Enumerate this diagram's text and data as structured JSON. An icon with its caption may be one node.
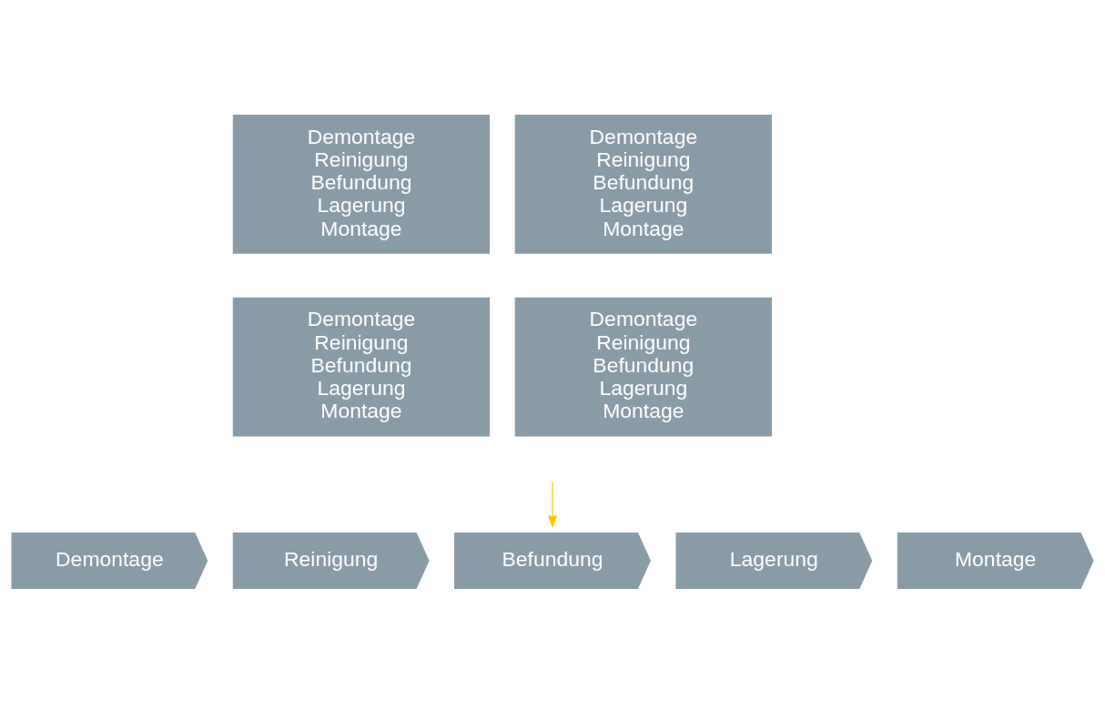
{
  "diagram": {
    "nodes": [
      {
        "text": [
          "Demontage",
          "Reinigung",
          "Befundung",
          "Lagerung",
          "Montage"
        ]
      },
      {
        "text": [
          "Demontage",
          "Reinigung",
          "Befundung",
          "Lagerung",
          "Montage"
        ]
      },
      {
        "text": [
          "Demontage",
          "Reinigung",
          "Befundung",
          "Lagerung",
          "Montage"
        ]
      },
      {
        "text": [
          "Demontage",
          "Reinigung",
          "Befundung",
          "Lagerung",
          "Montage"
        ]
      },
      {
        "text": [
          "Demontage"
        ]
      },
      {
        "text": [
          "Reinigung"
        ]
      },
      {
        "text": [
          "Befundung"
        ]
      },
      {
        "text": [
          "Lagerung"
        ]
      },
      {
        "text": [
          "Montage"
        ]
      }
    ],
    "edges": [
      {
        "from": null,
        "to": 6,
        "arrow": "to",
        "color": "#ffc000"
      }
    ]
  }
}
